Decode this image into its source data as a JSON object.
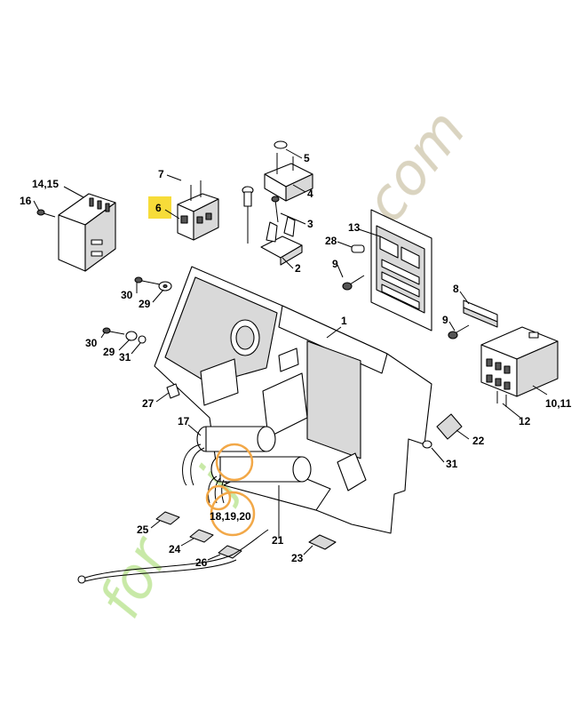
{
  "watermark": {
    "text_left": "for",
    "text_middle": "jardin",
    "text_right": ".com",
    "color_green": "#c6e8a3",
    "color_tan": "#d9d2bd"
  },
  "highlight_color": "#f7dc39",
  "orange_circle_color": "#f2a848",
  "callouts": {
    "p1415": "14,15",
    "p16": "16",
    "p7": "7",
    "p6": "6",
    "p5": "5",
    "p4": "4",
    "p3": "3",
    "p2": "2",
    "p13": "13",
    "p28": "28",
    "p9a": "9",
    "p8": "8",
    "p9b": "9",
    "p30a": "30",
    "p29a": "29",
    "p1": "1",
    "p30b": "30",
    "p29b": "29",
    "p31a": "31",
    "p27": "27",
    "p1011": "10,11",
    "p12": "12",
    "p17": "17",
    "p22": "22",
    "p31b": "31",
    "p181920": "18,19,20",
    "p25": "25",
    "p24": "24",
    "p26": "26",
    "p21": "21",
    "p23": "23"
  }
}
